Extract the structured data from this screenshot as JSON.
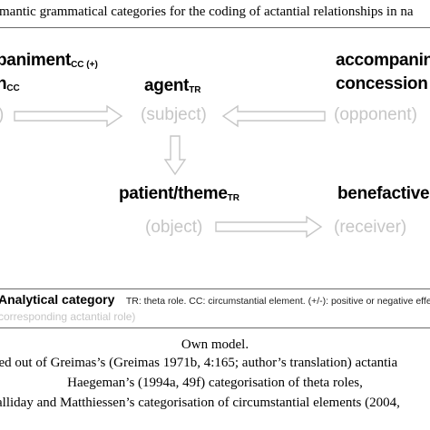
{
  "header": {
    "title": "mantic grammatical categories for the coding of actantial relationships in na"
  },
  "diagram": {
    "roles": {
      "accompaniment": {
        "label": "paniment",
        "sub": "CC (+)"
      },
      "accompaniment_line2": {
        "label": "n",
        "sub": "CC"
      },
      "accompaniment_gloss": ")",
      "agent": {
        "label": "agent",
        "sub": "TR",
        "gloss": "(subject)"
      },
      "opponent": {
        "label": "accompanin",
        "label2": "concession",
        "gloss": "(opponent)"
      },
      "patient": {
        "label": "patient/theme",
        "sub": "TR",
        "gloss": "(object)"
      },
      "benefactive": {
        "label": "benefactive",
        "gloss": "(receiver)"
      }
    },
    "arrow_color": "#c6c6c6"
  },
  "legend": {
    "heading": "Analytical category",
    "note": "TR: theta role. CC: circumstantial element. (+/-): positive or negative effec",
    "sub": "corresponding actantial role)"
  },
  "caption": {
    "line1": "Own model.",
    "line2": "ped out of Greimas’s (Greimas 1971b, 4:165; author’s translation) actantia",
    "line3": "Haegeman’s (1994a, 49f) categorisation of theta roles,",
    "line4": "alliday and Matthiessen’s categorisation of circumstantial elements (2004,"
  }
}
